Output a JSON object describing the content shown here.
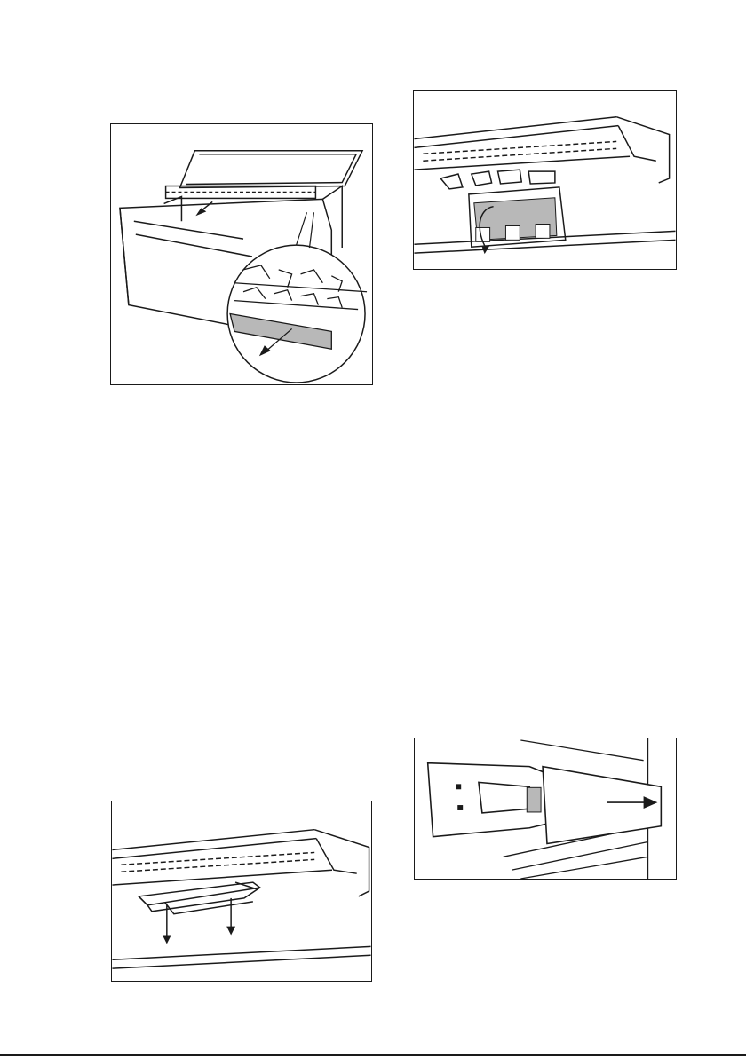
{
  "page": {
    "figures": [
      {
        "id": "drawer-filter-removal",
        "icon": "drawer-with-filter-slide-out-illustration"
      },
      {
        "id": "filter-cartridge-open",
        "icon": "filter-cartridge-tilt-illustration"
      },
      {
        "id": "filter-holder-release",
        "icon": "filter-holder-pull-down-illustration"
      },
      {
        "id": "shelf-rail-slide",
        "icon": "rail-cover-slide-right-illustration"
      }
    ],
    "colors": {
      "line": "#1a1a1a",
      "shade": "#b8b8b8",
      "paper": "#ffffff"
    }
  }
}
